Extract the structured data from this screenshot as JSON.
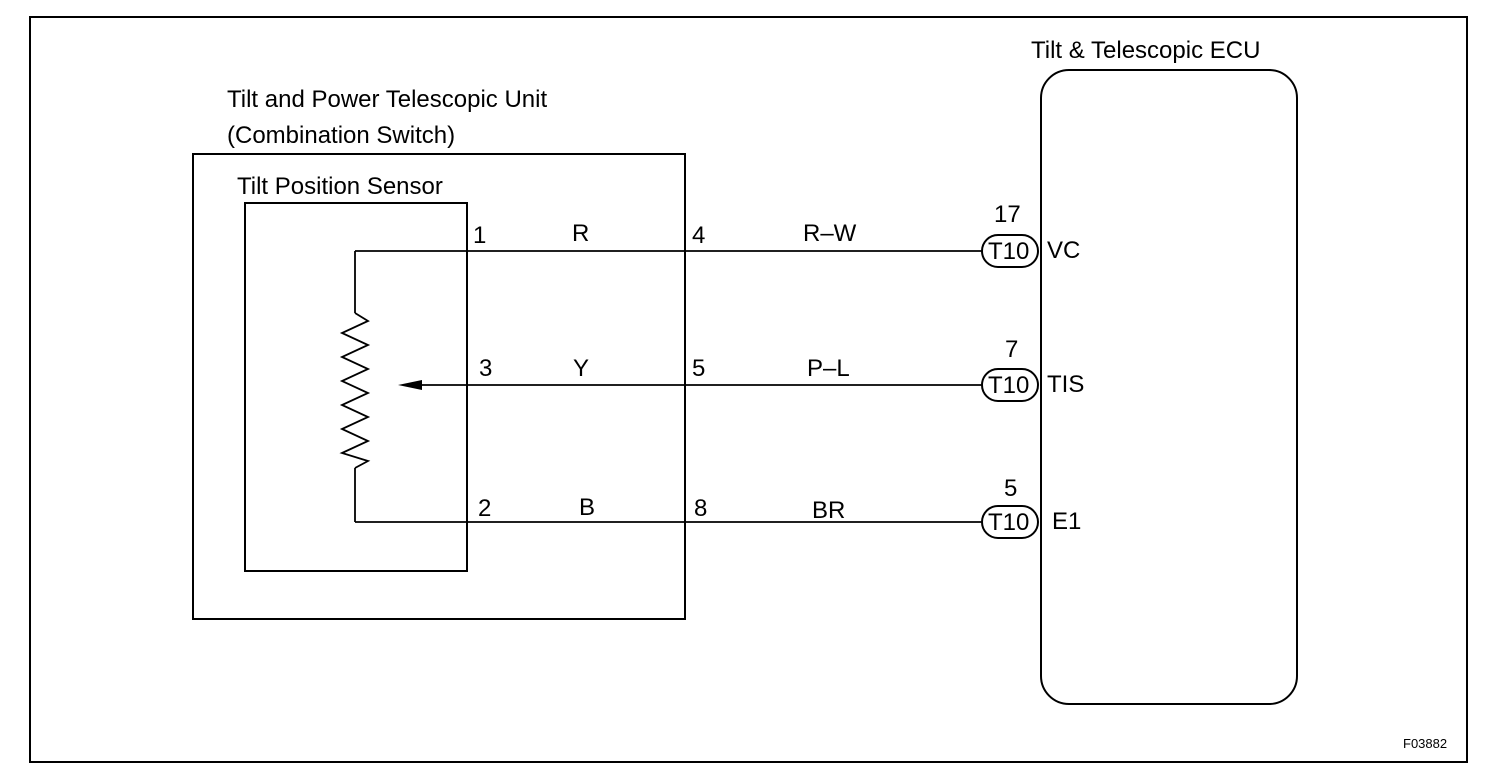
{
  "ecu": {
    "title": "Tilt & Telescopic ECU",
    "terminals": [
      {
        "pin": "17",
        "connector": "T10",
        "signal": "VC"
      },
      {
        "pin": "7",
        "connector": "T10",
        "signal": "TIS"
      },
      {
        "pin": "5",
        "connector": "T10",
        "signal": "E1"
      }
    ]
  },
  "unit": {
    "title_line1": "Tilt and Power Telescopic Unit",
    "title_line2": "(Combination Switch)"
  },
  "sensor": {
    "title": "Tilt Position Sensor"
  },
  "wires": [
    {
      "sensor_pin": "1",
      "sensor_color": "R",
      "unit_pin": "4",
      "harness_color": "R–W"
    },
    {
      "sensor_pin": "3",
      "sensor_color": "Y",
      "unit_pin": "5",
      "harness_color": "P–L"
    },
    {
      "sensor_pin": "2",
      "sensor_color": "B",
      "unit_pin": "8",
      "harness_color": "BR"
    }
  ],
  "figure_code": "F03882"
}
